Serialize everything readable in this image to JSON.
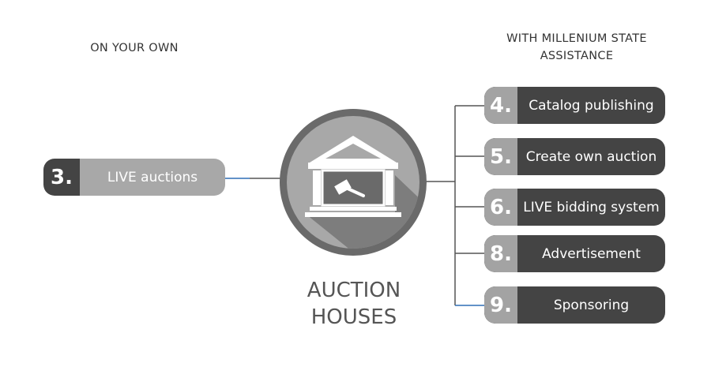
{
  "left_header": "ON YOUR OWN",
  "right_header": "WITH MILLENIUM STATE ASSISTANCE",
  "center": {
    "title_line1": "AUCTION",
    "title_line2": "HOUSES",
    "icon": "auction-house-gavel-icon"
  },
  "left_items": [
    {
      "num": "3.",
      "label": "LIVE auctions"
    }
  ],
  "right_items": [
    {
      "num": "4.",
      "label": "Catalog publishing"
    },
    {
      "num": "5.",
      "label": "Create own auction"
    },
    {
      "num": "6.",
      "label": "LIVE bidding system"
    },
    {
      "num": "8.",
      "label": "Advertisement"
    },
    {
      "num": "9.",
      "label": "Sponsoring"
    }
  ],
  "colors": {
    "dark": "#444444",
    "light": "#a3a3a3",
    "accent": "#2e6fb5"
  }
}
